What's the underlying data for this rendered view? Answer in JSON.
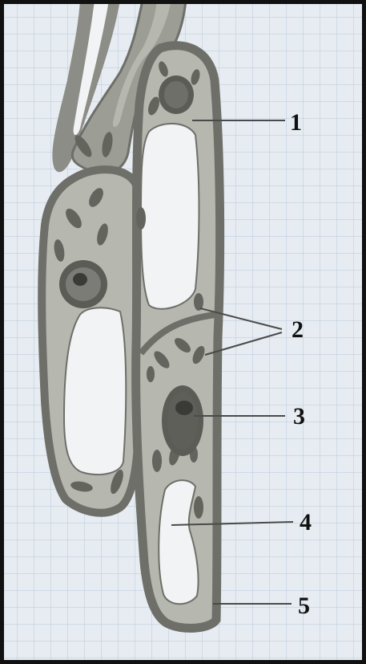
{
  "labels": [
    {
      "id": "1",
      "text": "1"
    },
    {
      "id": "2",
      "text": "2"
    },
    {
      "id": "3",
      "text": "3"
    },
    {
      "id": "4",
      "text": "4"
    },
    {
      "id": "5",
      "text": "5"
    }
  ],
  "colors": {
    "background": "#e6ecf1",
    "grid": "#b9c9da",
    "frame": "#111111",
    "wall": "#8c8d86",
    "wall_dark": "#6e6f69",
    "cytoplasm": "#b6b7ae",
    "vacuole": "#f1f3f4",
    "chloroplast": "#62645d",
    "nucleus": "#5a5c55",
    "nucleolus": "#3a3b36",
    "leader": "#4a4a4a",
    "label": "#111111"
  }
}
